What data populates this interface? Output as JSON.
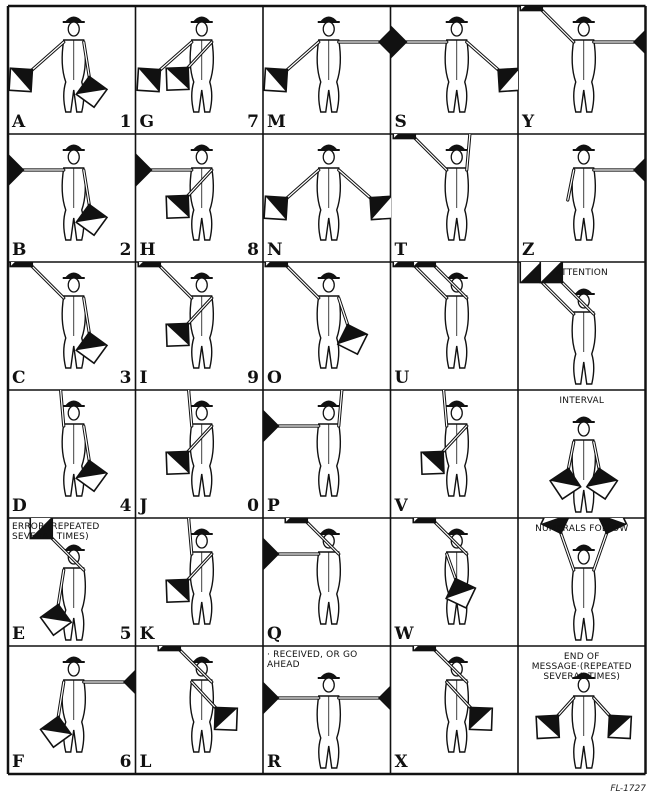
{
  "grid": {
    "rows": [
      [
        {
          "letter": "A",
          "number": "1",
          "note": "",
          "right": "ld",
          "left": "d"
        },
        {
          "letter": "G",
          "number": "7",
          "note": "",
          "right": "ld",
          "left": "ls"
        },
        {
          "letter": "M",
          "number": "",
          "note": "",
          "right": "ld",
          "left": "h"
        },
        {
          "letter": "S",
          "number": "",
          "note": "",
          "right": "h",
          "left": "ld"
        },
        {
          "letter": "Y",
          "number": "",
          "note": "",
          "right": "ru",
          "left": "h"
        }
      ],
      [
        {
          "letter": "B",
          "number": "2",
          "note": "",
          "right": "h",
          "left": "d"
        },
        {
          "letter": "H",
          "number": "8",
          "note": "",
          "right": "h",
          "left": "ls"
        },
        {
          "letter": "N",
          "number": "",
          "note": "",
          "right": "ld",
          "left": "ld"
        },
        {
          "letter": "T",
          "number": "",
          "note": "",
          "right": "ru",
          "left": "u"
        },
        {
          "letter": "Z",
          "number": "",
          "note": "",
          "right": "rest",
          "left": "h"
        }
      ],
      [
        {
          "letter": "C",
          "number": "3",
          "note": "",
          "right": "ru",
          "left": "d"
        },
        {
          "letter": "I",
          "number": "9",
          "note": "",
          "right": "ru",
          "left": "ls"
        },
        {
          "letter": "O",
          "number": "",
          "note": "",
          "right": "ru",
          "left": "cl"
        },
        {
          "letter": "U",
          "number": "",
          "note": "",
          "right": "ru",
          "left": "lu"
        },
        {
          "letter": "",
          "number": "",
          "note": "Attention",
          "right": "ru",
          "left": "lu"
        }
      ],
      [
        {
          "letter": "D",
          "number": "4",
          "note": "",
          "right": "u",
          "left": "d"
        },
        {
          "letter": "J",
          "number": "0",
          "note": "",
          "right": "u",
          "left": "ls"
        },
        {
          "letter": "P",
          "number": "",
          "note": "",
          "right": "h",
          "left": "u"
        },
        {
          "letter": "V",
          "number": "",
          "note": "",
          "right": "u",
          "left": "ls"
        },
        {
          "letter": "",
          "number": "",
          "note": "Interval",
          "right": "x",
          "left": "x"
        }
      ],
      [
        {
          "letter": "E",
          "number": "5",
          "note": "Error·(Repeated Several Times)",
          "right": "d",
          "left": "lu"
        },
        {
          "letter": "K",
          "number": "",
          "note": "",
          "right": "u",
          "left": "ls"
        },
        {
          "letter": "Q",
          "number": "",
          "note": "",
          "right": "h",
          "left": "lu"
        },
        {
          "letter": "W",
          "number": "",
          "note": "",
          "right": "cr",
          "left": "lu"
        },
        {
          "letter": "",
          "number": "",
          "note": "Numerals Follow",
          "right": "cu",
          "left": "cu"
        }
      ],
      [
        {
          "letter": "F",
          "number": "6",
          "note": "",
          "right": "d",
          "left": "h"
        },
        {
          "letter": "L",
          "number": "",
          "note": "",
          "right": "ls",
          "left": "lu"
        },
        {
          "letter": "R",
          "number": "",
          "note": "· Received, or go ahead",
          "right": "h",
          "left": "h"
        },
        {
          "letter": "X",
          "number": "",
          "note": "",
          "right": "ls",
          "left": "lu"
        },
        {
          "letter": "",
          "number": "",
          "note": "End of Message·(Repeated Several Times)",
          "right": "wave",
          "left": "wave"
        }
      ]
    ]
  },
  "code": "FL-1727"
}
